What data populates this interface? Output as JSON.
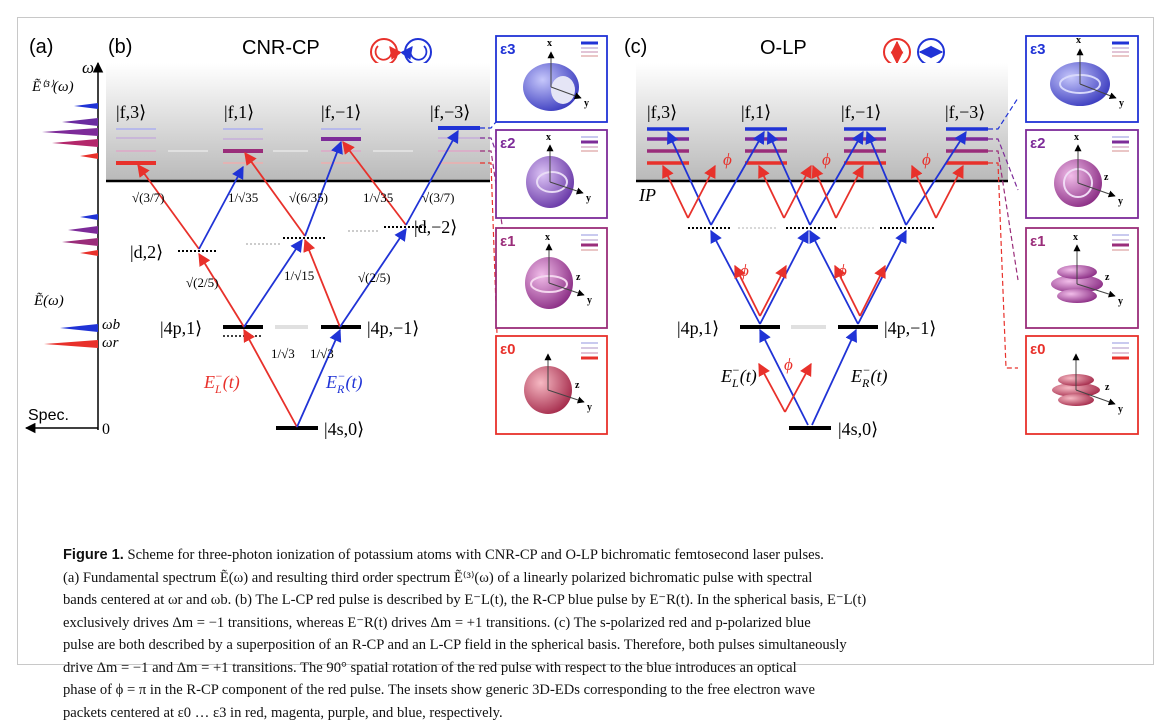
{
  "panels": {
    "a": {
      "label": "(a)",
      "axis_omega": "ω",
      "e3_label": "Ẽ⁽³⁾(ω)",
      "e_label": "Ẽ(ω)",
      "omega_b": "ωb",
      "omega_r": "ωr",
      "spec": "Spec.",
      "zero": "0"
    },
    "b": {
      "label": "(b)",
      "title": "CNR-CP"
    },
    "c": {
      "label": "(c)",
      "title": "O-LP"
    }
  },
  "states_b": {
    "f3": "|f,3⟩",
    "f1": "|f,1⟩",
    "fm1": "|f,−1⟩",
    "fm3": "|f,−3⟩",
    "d2": "|d,2⟩",
    "dm2": "|d,−2⟩",
    "p1": "|4p,1⟩",
    "pm1": "|4p,−1⟩",
    "s0": "|4s,0⟩"
  },
  "states_c": {
    "f3": "|f,3⟩",
    "f1": "|f,1⟩",
    "fm1": "|f,−1⟩",
    "fm3": "|f,−3⟩",
    "ip": "IP",
    "p1": "|4p,1⟩",
    "pm1": "|4p,−1⟩",
    "s0": "|4s,0⟩"
  },
  "fields": {
    "el_main": "E",
    "sub_L": "L",
    "sub_R": "R",
    "sup": "−",
    "arg": "(t)"
  },
  "coefficients": {
    "sqrt3_7": "√(3/7)",
    "one_sqrt35": "1/√35",
    "sqrt6_35": "√(6/35)",
    "sqrt2_5": "√(2/5)",
    "one_sqrt15": "1/√15",
    "one_sqrt3": "1/√3"
  },
  "phi": "ϕ",
  "insets_b": [
    "ε3",
    "ε2",
    "ε1",
    "ε0"
  ],
  "insets_c": [
    "ε3",
    "ε2",
    "ε1",
    "ε0"
  ],
  "axes_label": {
    "x": "x",
    "y": "y",
    "z": "z"
  },
  "colors": {
    "red": "#e8312b",
    "blue": "#2033d6",
    "purple": "#7d2b99",
    "magenta": "#9a2d7a",
    "black": "#000000"
  },
  "caption": {
    "figure_label": "Figure 1.",
    "lines": [
      "Scheme for three-photon ionization of potassium atoms with CNR-CP and O-LP bichromatic femtosecond laser pulses.",
      "(a) Fundamental spectrum Ẽ(ω) and resulting third order spectrum Ẽ⁽³⁾(ω) of a linearly polarized bichromatic pulse with spectral",
      "bands centered at ωr and ωb. (b) The L-CP red pulse is described by E⁻L(t), the R-CP blue pulse by E⁻R(t). In the spherical basis, E⁻L(t)",
      "exclusively drives Δm = −1 transitions, whereas E⁻R(t) drives Δm = +1 transitions. (c) The s-polarized red and p-polarized blue",
      "pulse are both described by a superposition of an R-CP and an L-CP field in the spherical basis. Therefore, both pulses simultaneously",
      "drive Δm = −1 and Δm = +1 transitions. The 90° spatial rotation of the red pulse with respect to the blue introduces an optical",
      "phase of ϕ = π in the R-CP component of the red pulse. The insets show generic 3D-EDs corresponding to the free electron wave",
      "packets centered at ε0 … ε3 in red, magenta, purple, and blue, respectively."
    ]
  }
}
